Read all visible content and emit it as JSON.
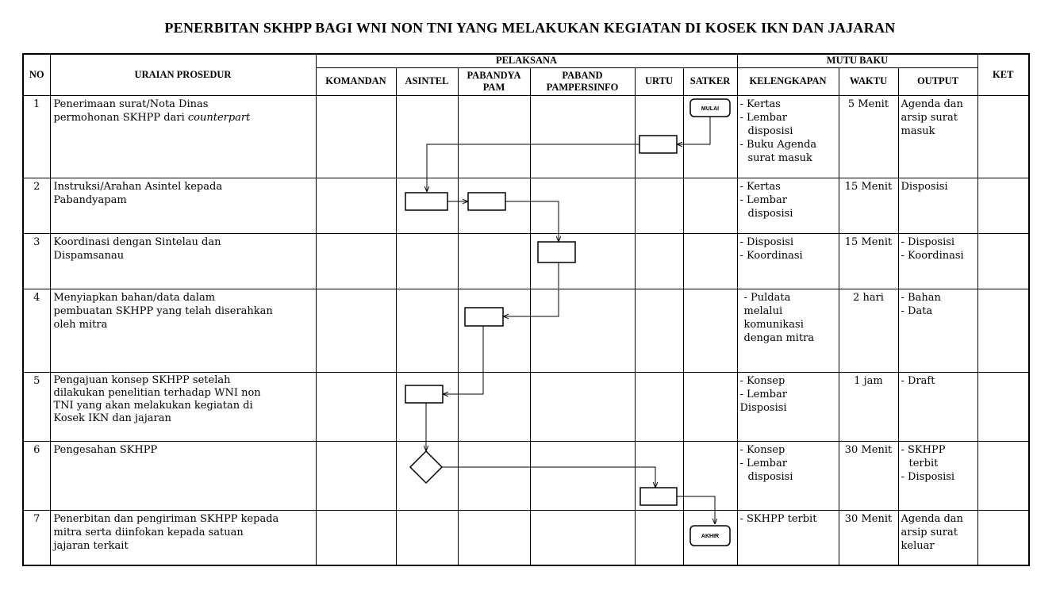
{
  "title": "PENERBITAN SKHPP BAGI WNI NON TNI YANG MELAKUKAN KEGIATAN DI KOSEK IKN DAN JAJARAN",
  "headers": {
    "no": "NO",
    "uraian": "URAIAN PROSEDUR",
    "pelaksana": "PELAKSANA",
    "mutu_baku": "MUTU BAKU",
    "ket": "KET",
    "komandan": "KOMANDAN",
    "asintel": "ASINTEL",
    "pabandyapam_1": "PABANDYA",
    "pabandyapam_2": "PAM",
    "paband_1": "PABAND",
    "paband_2": "PAMPERSINFO",
    "urtu": "URTU",
    "satker": "SATKER",
    "kelengkapan": "KELENGKAPAN",
    "waktu": "WAKTU",
    "output": "OUTPUT"
  },
  "rows": [
    {
      "no": "1",
      "desc": [
        "Penerimaan surat/Nota Dinas",
        "permohonan SKHPP dari "
      ],
      "desc_italic": "counterpart",
      "kelengkapan": [
        "-  Kertas",
        "- Lembar",
        "  disposisi",
        "- Buku Agenda",
        "  surat masuk"
      ],
      "waktu": "5 Menit",
      "output": [
        "Agenda dan",
        "arsip surat",
        "masuk"
      ]
    },
    {
      "no": "2",
      "desc": [
        "Instruksi/Arahan Asintel kepada",
        "Pabandyapam"
      ],
      "kelengkapan": [
        "-  Kertas",
        "- Lembar",
        "  disposisi"
      ],
      "waktu": "15 Menit",
      "output": [
        "Disposisi"
      ]
    },
    {
      "no": "3",
      "desc": [
        "Koordinasi dengan Sintelau dan",
        "Dispamsanau"
      ],
      "kelengkapan": [
        "- Disposisi",
        "- Koordinasi"
      ],
      "waktu": "15 Menit",
      "output": [
        "- Disposisi",
        "- Koordinasi"
      ]
    },
    {
      "no": "4",
      "desc": [
        "Menyiapkan bahan/data dalam",
        "pembuatan SKHPP yang telah diserahkan",
        "oleh mitra"
      ],
      "kelengkapan": [
        "- Puldata",
        "melalui",
        "komunikasi",
        "dengan mitra"
      ],
      "waktu": "2 hari",
      "output": [
        "- Bahan",
        "- Data"
      ]
    },
    {
      "no": "5",
      "desc": [
        "Pengajuan konsep SKHPP setelah",
        "dilakukan penelitian terhadap WNI non",
        "TNI yang akan melakukan kegiatan di",
        "Kosek IKN dan jajaran"
      ],
      "kelengkapan": [
        "-  Konsep",
        "- Lembar",
        " Disposisi"
      ],
      "waktu": "1 jam",
      "output": [
        "- Draft"
      ]
    },
    {
      "no": "6",
      "desc": [
        "Pengesahan SKHPP"
      ],
      "kelengkapan": [
        "- Konsep",
        "- Lembar",
        "  disposisi"
      ],
      "waktu": "30 Menit",
      "output": [
        "- SKHPP",
        "  terbit",
        "- Disposisi"
      ]
    },
    {
      "no": "7",
      "desc": [
        "Penerbitan dan pengiriman SKHPP kepada",
        "mitra serta diinfokan kepada satuan",
        "jajaran terkait"
      ],
      "kelengkapan": [
        "-  SKHPP terbit"
      ],
      "waktu": "30 Menit",
      "output": [
        "Agenda dan",
        "arsip surat",
        "keluar"
      ]
    }
  ],
  "flow": {
    "start_label": "MULAI",
    "end_label": "AKHIR"
  }
}
